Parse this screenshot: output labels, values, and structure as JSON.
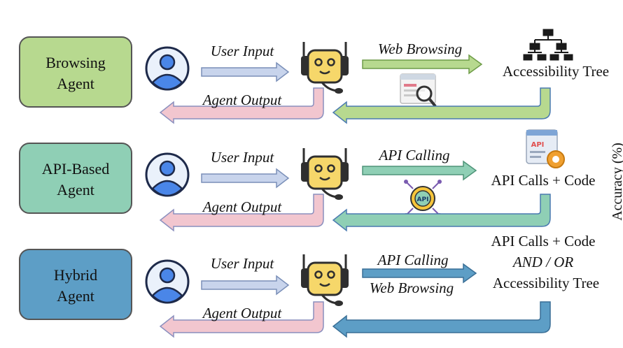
{
  "rows": [
    {
      "agent_label": [
        "Browsing",
        "Agent"
      ],
      "agent_color": "#b7d98f",
      "input_label": "User Input",
      "output_label": "Agent Output",
      "action_labels": [
        "Web Browsing"
      ],
      "result_lines": [
        "Accessibility Tree"
      ],
      "result_icon": "hierarchy-tree-icon",
      "mid_icon": "web-search-icon",
      "return_color": "#b7d98f"
    },
    {
      "agent_label": [
        "API-Based",
        "Agent"
      ],
      "agent_color": "#8fcfb5",
      "input_label": "User Input",
      "output_label": "Agent Output",
      "action_labels": [
        "API Calling"
      ],
      "result_lines": [
        "API Calls + Code"
      ],
      "result_icon": "api-settings-icon",
      "mid_icon": "api-gear-icon",
      "return_color": "#8fcfb5"
    },
    {
      "agent_label": [
        "Hybrid",
        "Agent"
      ],
      "agent_color": "#5d9ec6",
      "input_label": "User Input",
      "output_label": "Agent Output",
      "action_labels": [
        "API Calling",
        "Web Browsing"
      ],
      "result_lines": [
        "API Calls + Code",
        "AND / OR",
        "Accessibility Tree"
      ],
      "result_icon": "",
      "mid_icon": "",
      "return_color": "#5d9ec6"
    }
  ],
  "side_label": "Accuracy (%)",
  "colors": {
    "input_arrow": "#c8d4ec",
    "output_arrow": "#f2c6cf",
    "robot_face": "#f6d76a",
    "robot_dark": "#2f2f2f"
  }
}
